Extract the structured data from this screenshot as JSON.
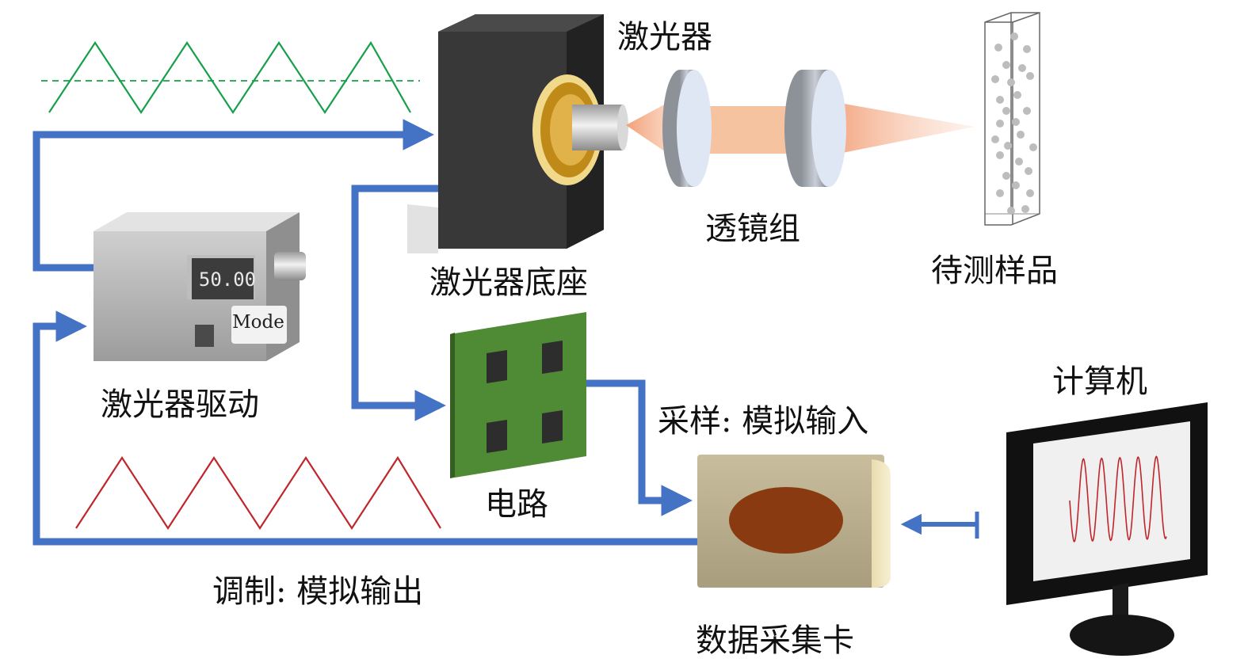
{
  "labels": {
    "laser": "激光器",
    "lens_group": "透镜组",
    "sample": "待测样品",
    "laser_mount": "激光器底座",
    "laser_driver": "激光器驱动",
    "circuit": "电路",
    "sampling": "采样: 模拟输入",
    "modulation": "调制: 模拟输出",
    "daq_card": "数据采集卡",
    "computer": "计算机"
  },
  "driver_panel": {
    "display_value": "50.00",
    "mode_label": "Mode"
  },
  "colors": {
    "arrow_blue": "#4472c4",
    "triangle_green": "#17a04a",
    "triangle_red": "#c0262b",
    "pcb_green": "#4f8a34",
    "laser_body": "#3a3a3a",
    "beam": "#f4a37c",
    "daq_body": "#b9ad8c",
    "daq_ellipse": "#8a3a10"
  },
  "icons": [
    "triangle-wave",
    "laser-block",
    "lens",
    "sample-cuvette",
    "laser-driver-box",
    "pcb-board",
    "daq-card",
    "computer-monitor",
    "flow-arrow"
  ]
}
